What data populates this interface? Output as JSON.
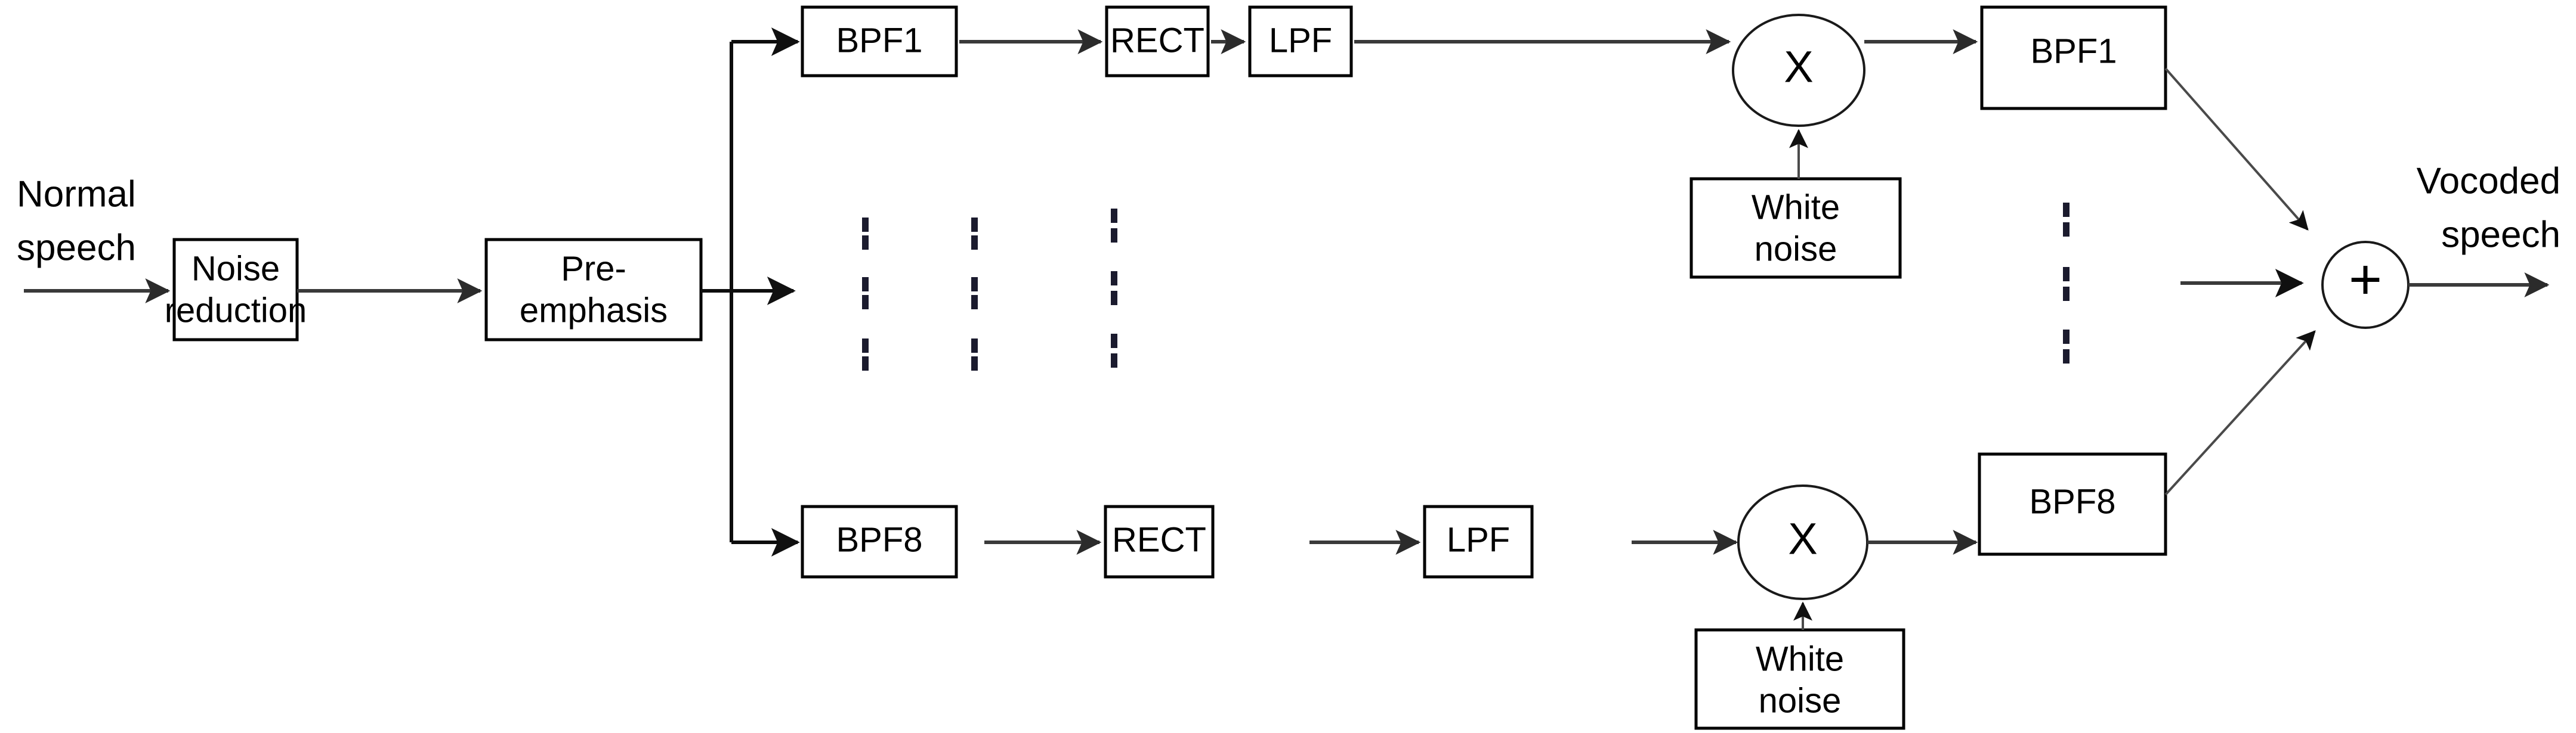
{
  "diagram": {
    "title": "Noise-vocoder speech processing block diagram",
    "input_label": "Normal speech",
    "output_label": "Vocoded speech",
    "colors": {
      "background": "#ffffff",
      "stroke": "#000000",
      "wire": "#3a3a3a",
      "text": "#000000"
    },
    "stages": {
      "noise_reduction": "Noise reduction",
      "pre_emphasis": "Pre-emphasis"
    },
    "channel_top": {
      "analysis_filter": "BPF1",
      "rectifier": "RECT",
      "lowpass": "LPF",
      "multiplier": "X",
      "carrier": "White noise",
      "synthesis_filter": "BPF1"
    },
    "channel_bottom": {
      "analysis_filter": "BPF8",
      "rectifier": "RECT",
      "lowpass": "LPF",
      "multiplier": "X",
      "carrier": "White noise",
      "synthesis_filter": "BPF8"
    },
    "summation": "+",
    "ellipsis_columns": [
      {
        "name": "analysis-filter-ellipsis"
      },
      {
        "name": "rectifier-ellipsis"
      },
      {
        "name": "lowpass-ellipsis"
      },
      {
        "name": "synthesis-filter-ellipsis"
      }
    ]
  }
}
